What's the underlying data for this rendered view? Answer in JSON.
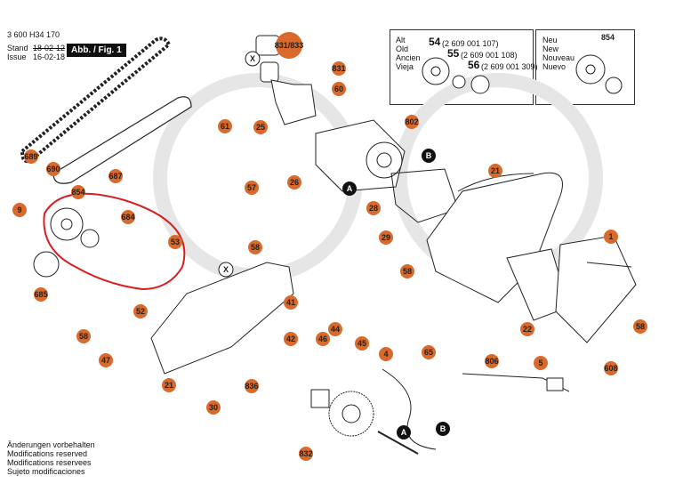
{
  "header": {
    "doc_number": "3 600 H34 170",
    "stand_label": "Stand",
    "issue_label": "Issue",
    "old_date": "18-02-12",
    "new_date": "16-02-18",
    "figure_label": "Abb. / Fig. 1"
  },
  "old_box": {
    "labels": [
      "Alt",
      "Old",
      "Ancien",
      "Vieja"
    ],
    "parts": [
      {
        "num": "54",
        "code": "(2 609 001 107)"
      },
      {
        "num": "55",
        "code": "(2 609 001 108)"
      },
      {
        "num": "56",
        "code": "(2 609 001 309)"
      }
    ]
  },
  "new_box": {
    "labels": [
      "Neu",
      "New",
      "Nouveau",
      "Nuevo"
    ],
    "part": "854"
  },
  "footer": {
    "lines": [
      "Änderungen vorbehalten",
      "Modifications reserved",
      "Modifications reservees",
      "Sujeto modificaciones"
    ]
  },
  "callouts": [
    "689",
    "690",
    "687",
    "61",
    "25",
    "57",
    "26",
    "831/833",
    "831",
    "60",
    "X",
    "802",
    "B",
    "A",
    "21",
    "1",
    "22",
    "58",
    "608",
    "9",
    "854",
    "684",
    "53",
    "685",
    "58",
    "47",
    "52",
    "41",
    "42",
    "44",
    "45",
    "30",
    "21",
    "836",
    "46",
    "4",
    "65",
    "806",
    "5",
    "A",
    "B",
    "832",
    "28",
    "29",
    "58",
    "58",
    "X"
  ],
  "colors": {
    "callout": "#d96a2b",
    "highlight": "#d62020",
    "watermark": "#e8e8e8"
  }
}
